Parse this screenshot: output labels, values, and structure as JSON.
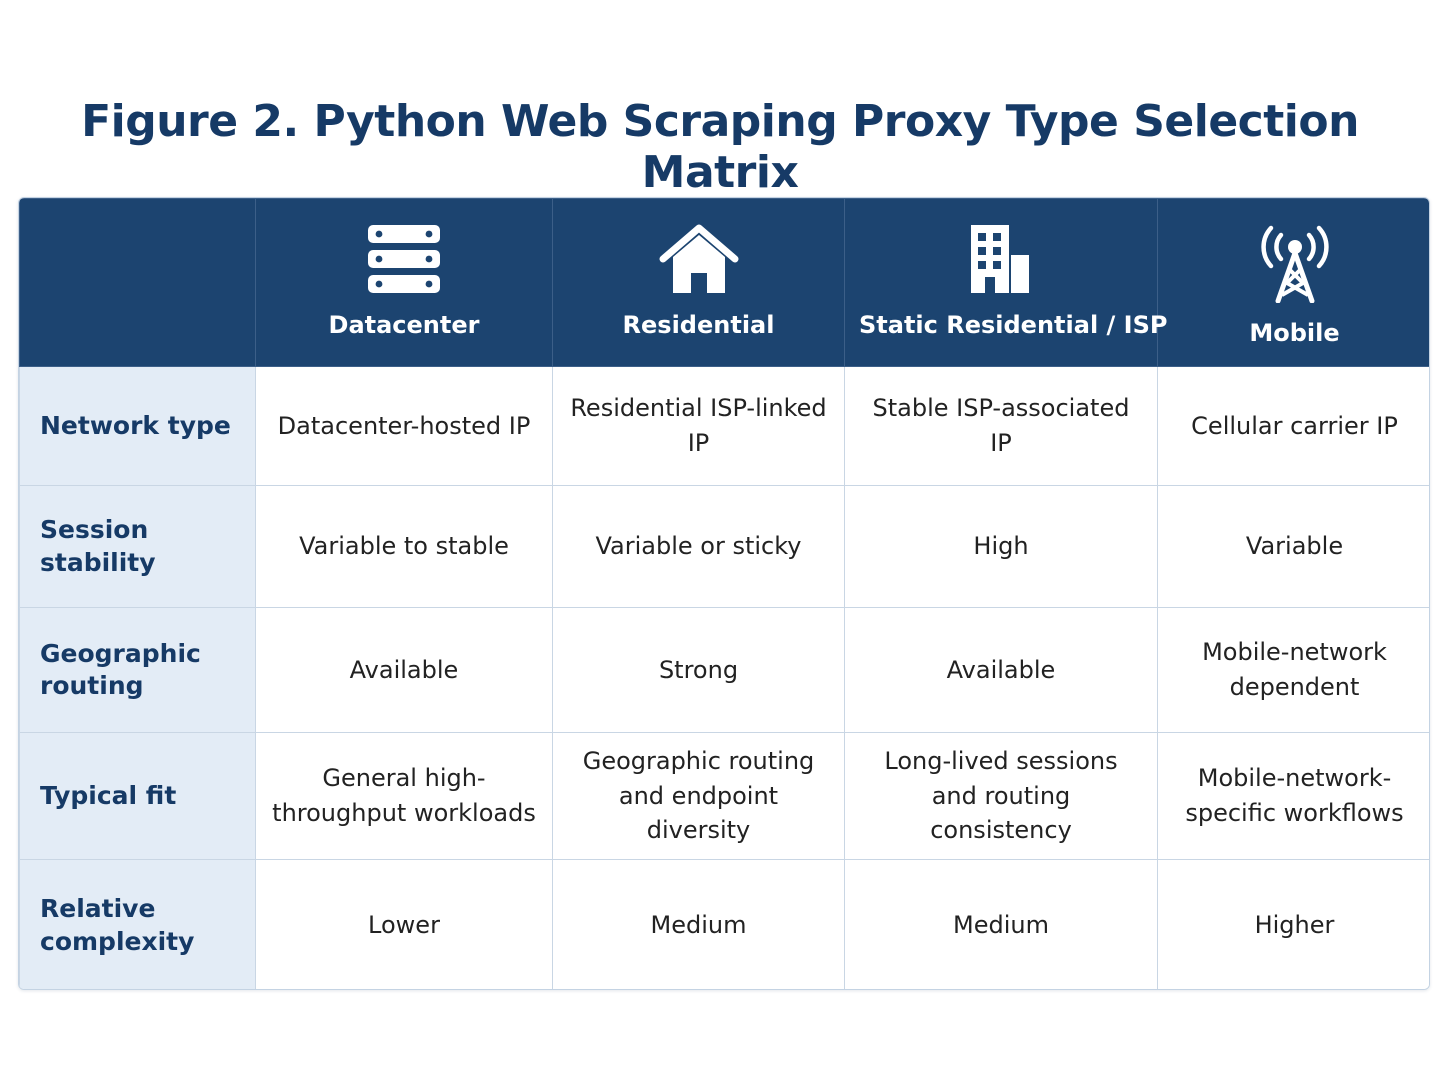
{
  "chart_data": {
    "type": "table",
    "title": "Figure 2. Python Web Scraping Proxy Type Selection Matrix",
    "columns": [
      {
        "label": "Datacenter",
        "icon": "server-icon"
      },
      {
        "label": "Residential",
        "icon": "house-icon"
      },
      {
        "label": "Static Residential / ISP",
        "icon": "building-icon"
      },
      {
        "label": "Mobile",
        "icon": "cell-tower-icon"
      }
    ],
    "rows": [
      {
        "label": "Network type",
        "cells": [
          "Datacenter-hosted IP",
          "Residential ISP-linked IP",
          "Stable ISP-associated IP",
          "Cellular carrier IP"
        ]
      },
      {
        "label": "Session stability",
        "cells": [
          "Variable to stable",
          "Variable or sticky",
          "High",
          "Variable"
        ]
      },
      {
        "label": "Geographic routing",
        "cells": [
          "Available",
          "Strong",
          "Available",
          "Mobile-network dependent"
        ]
      },
      {
        "label": "Typical fit",
        "cells": [
          "General high-throughput workloads",
          "Geographic routing and endpoint diversity",
          "Long-lived sessions and routing consistency",
          "Mobile-network-specific workflows"
        ]
      },
      {
        "label": "Relative complexity",
        "cells": [
          "Lower",
          "Medium",
          "Medium",
          "Higher"
        ]
      }
    ],
    "colors": {
      "title": "#163a66",
      "header_bg": "#1c4470",
      "row_header_bg": "#e3ecf6",
      "grid": "#c9d6e4"
    }
  }
}
